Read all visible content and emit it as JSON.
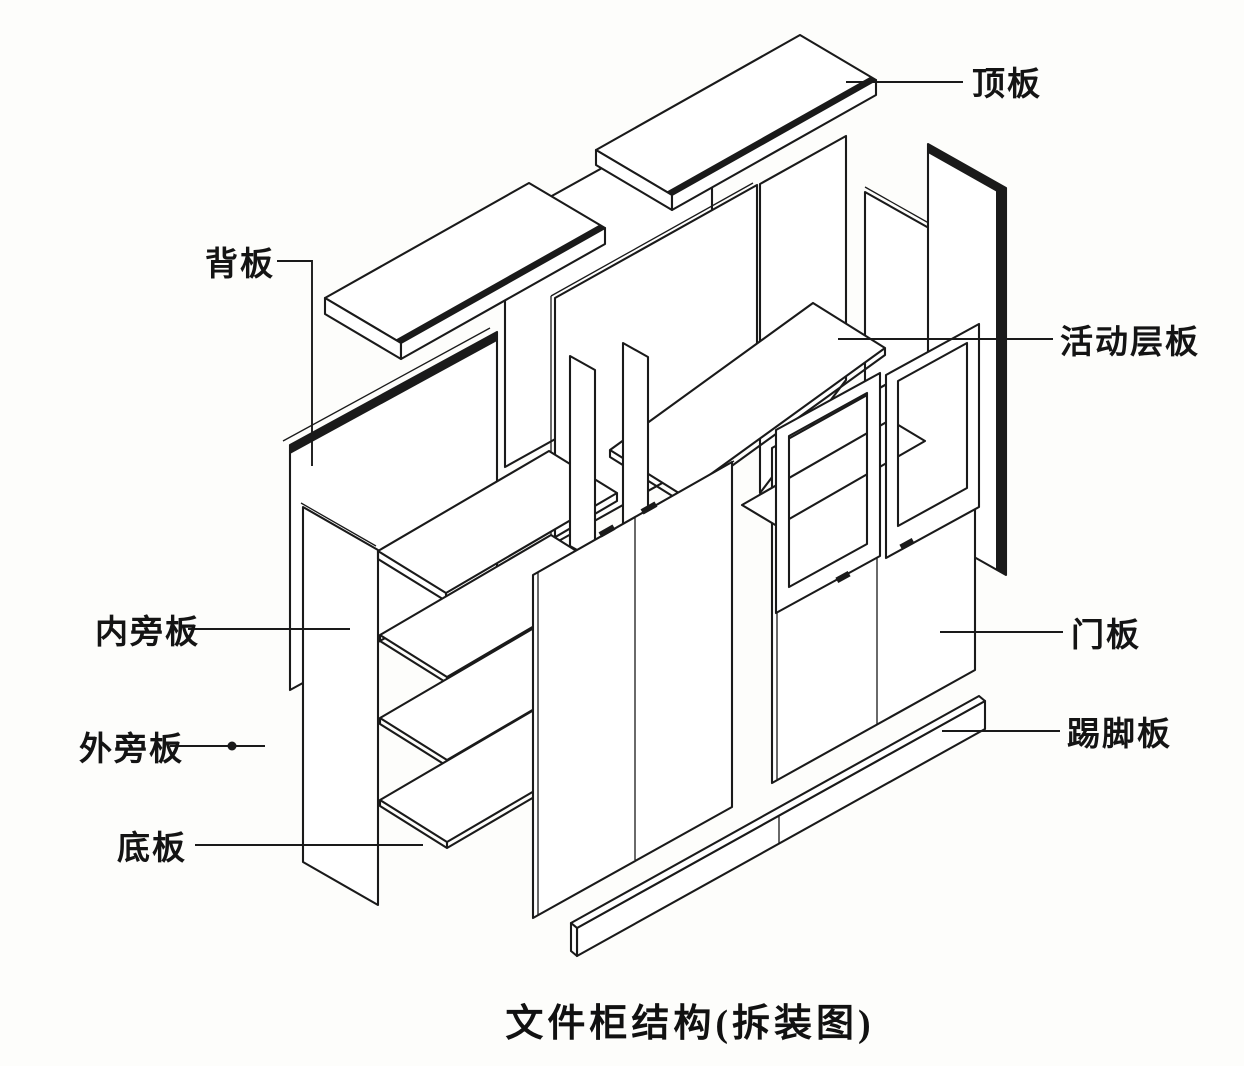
{
  "page": {
    "background": "#fdfdfb",
    "ink_color": "#1a1a1a",
    "caption": "文件柜结构(拆装图)"
  },
  "diagram": {
    "title": "文件柜结构(拆装图)",
    "labels": {
      "top_panel": "顶板",
      "back_panel": "背板",
      "adjustable_shelf": "活动层板",
      "inner_side_panel": "内旁板",
      "outer_side_panel": "外旁板",
      "bottom_panel": "底板",
      "door_panel": "门板",
      "kick_plate": "踢脚板"
    }
  }
}
